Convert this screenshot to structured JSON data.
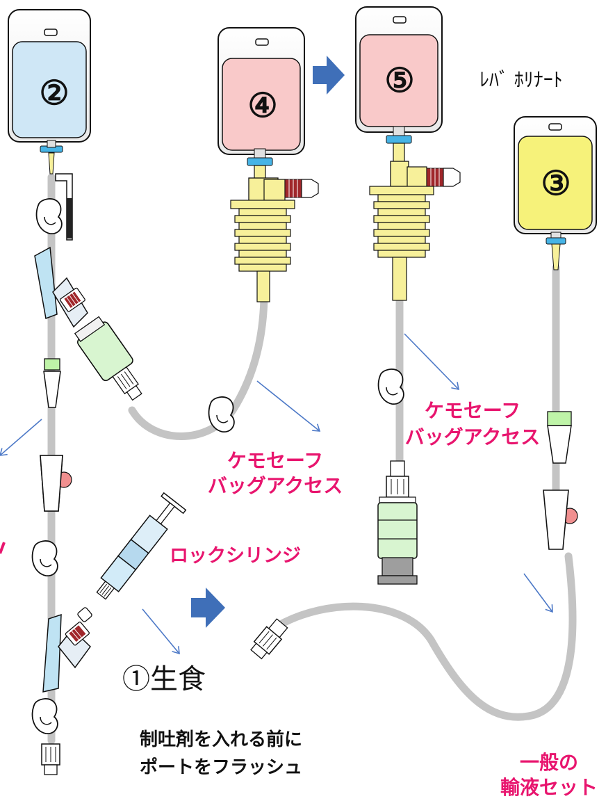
{
  "bags": {
    "bag2": {
      "number": "②",
      "color": "#cfe7f6"
    },
    "bag4": {
      "number": "④",
      "color": "#f9c9c9"
    },
    "bag5": {
      "number": "⑤",
      "color": "#f9c9c9"
    },
    "bag3": {
      "number": "③",
      "color": "#f6f27a"
    }
  },
  "labels": {
    "drug_name": "ﾚﾊﾞ ﾎﾘﾅｰﾄ",
    "chemo_access_1_line1": "ケモセーフ",
    "chemo_access_1_line2": "バッグアクセス",
    "chemo_access_2_line1": "ケモセーフ",
    "chemo_access_2_line2": "バッグアクセス",
    "lock_syringe": "ロックシリンジ",
    "saline": "①生食",
    "flush_line1": "制吐剤を入れる前に",
    "flush_line2": "ポートをフラッシュ",
    "general_set_line1": "一般の",
    "general_set_line2": "輸液セット"
  },
  "colors": {
    "tube": "#c4c4c4",
    "spike_yellow": "#f7f09a",
    "connector_blue": "#46b4e6",
    "chamber_green": "#d8f5d0",
    "label_pink": "#e8156e",
    "arrow_blue": "#3f6fb8"
  }
}
